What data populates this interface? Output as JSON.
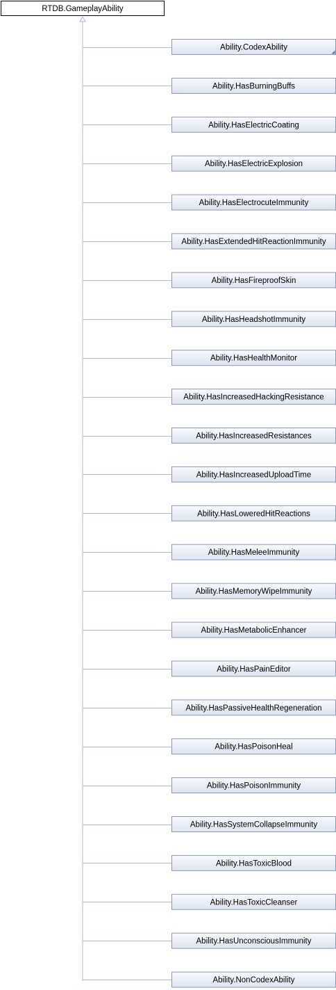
{
  "base_class": "RTDB.GameplayAbility",
  "derived_classes": [
    {
      "label": "Ability.CodexAbility",
      "has_more": true
    },
    {
      "label": "Ability.HasBurningBuffs"
    },
    {
      "label": "Ability.HasElectricCoating"
    },
    {
      "label": "Ability.HasElectricExplosion"
    },
    {
      "label": "Ability.HasElectrocuteImmunity"
    },
    {
      "label": "Ability.HasExtendedHitReactionImmunity"
    },
    {
      "label": "Ability.HasFireproofSkin"
    },
    {
      "label": "Ability.HasHeadshotImmunity"
    },
    {
      "label": "Ability.HasHealthMonitor"
    },
    {
      "label": "Ability.HasIncreasedHackingResistance"
    },
    {
      "label": "Ability.HasIncreasedResistances"
    },
    {
      "label": "Ability.HasIncreasedUploadTime"
    },
    {
      "label": "Ability.HasLoweredHitReactions"
    },
    {
      "label": "Ability.HasMeleeImmunity"
    },
    {
      "label": "Ability.HasMemoryWipeImmunity"
    },
    {
      "label": "Ability.HasMetabolicEnhancer"
    },
    {
      "label": "Ability.HasPainEditor"
    },
    {
      "label": "Ability.HasPassiveHealthRegeneration"
    },
    {
      "label": "Ability.HasPoisonHeal"
    },
    {
      "label": "Ability.HasPoisonImmunity"
    },
    {
      "label": "Ability.HasSystemCollapseImmunity"
    },
    {
      "label": "Ability.HasToxicBlood"
    },
    {
      "label": "Ability.HasToxicCleanser"
    },
    {
      "label": "Ability.HasUnconsciousImmunity"
    },
    {
      "label": "Ability.NonCodexAbility"
    }
  ],
  "colors": {
    "edge": "#a9bbd8",
    "node_border": "#8a98b8",
    "node_fill_top": "#f7f9fc",
    "node_fill_bottom": "#dde5f2"
  }
}
